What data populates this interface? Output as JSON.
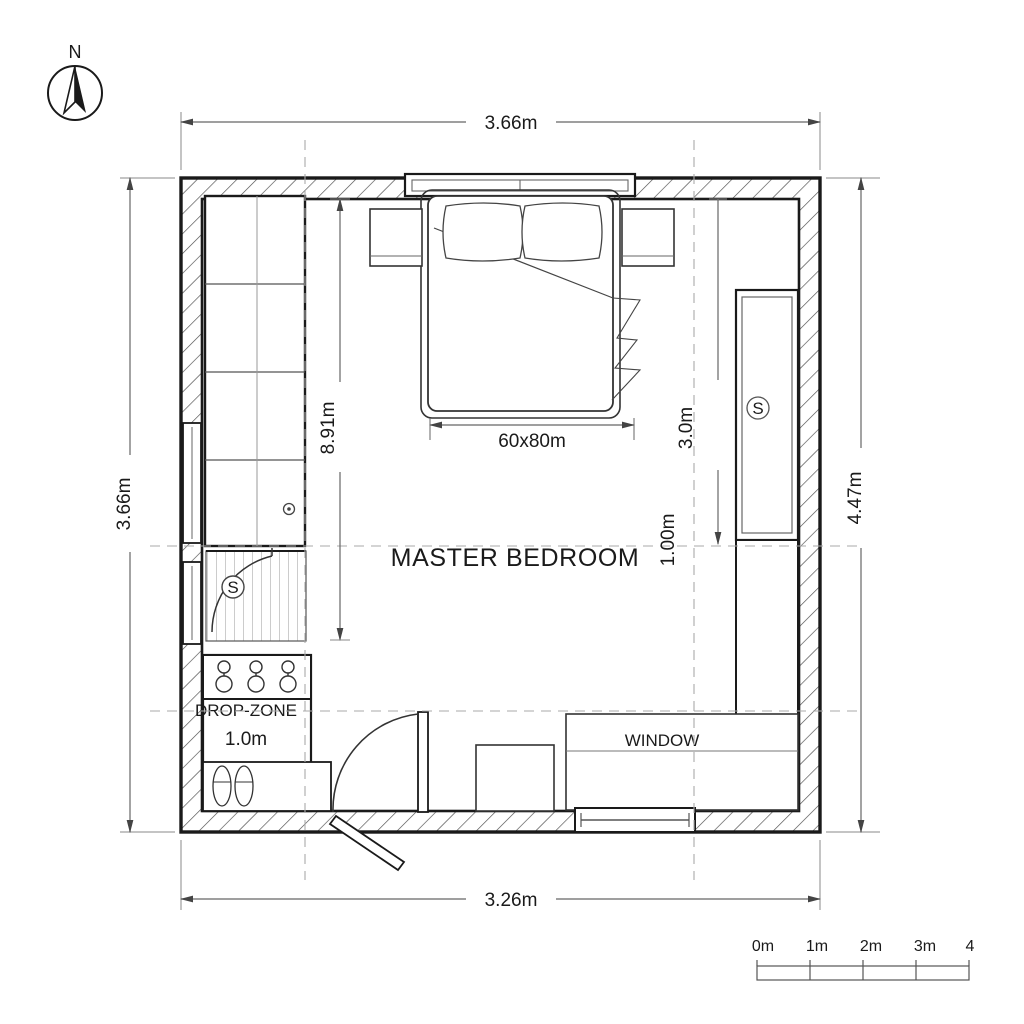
{
  "plan": {
    "title": "MASTER BEDROOM",
    "room_label": "MASTER BEDROOM",
    "north_label": "N",
    "north_icon": "north-arrow-icon"
  },
  "dimensions": {
    "top": "3.66m",
    "left": "3.66m",
    "right": "4.47m",
    "bottom": "3.26m",
    "inner_left": "8.91m",
    "inner_right_upper": "3.0m",
    "inner_right_lower": "1.00m"
  },
  "labels": {
    "bed_size": "60x80m",
    "window": "WINDOW",
    "drop_zone": "DROP-ZONE",
    "drop_zone_size": "1.0m",
    "switch_symbol": "S"
  },
  "scale_bar": {
    "ticks": [
      "0m",
      "1m",
      "2m",
      "3m",
      "4"
    ]
  },
  "colors": {
    "line": "#1a1a1a",
    "thin_line": "#555555",
    "hatch": "#4a4a4a",
    "dim_line": "#666666",
    "dash_line": "#999999",
    "background": "#ffffff"
  }
}
